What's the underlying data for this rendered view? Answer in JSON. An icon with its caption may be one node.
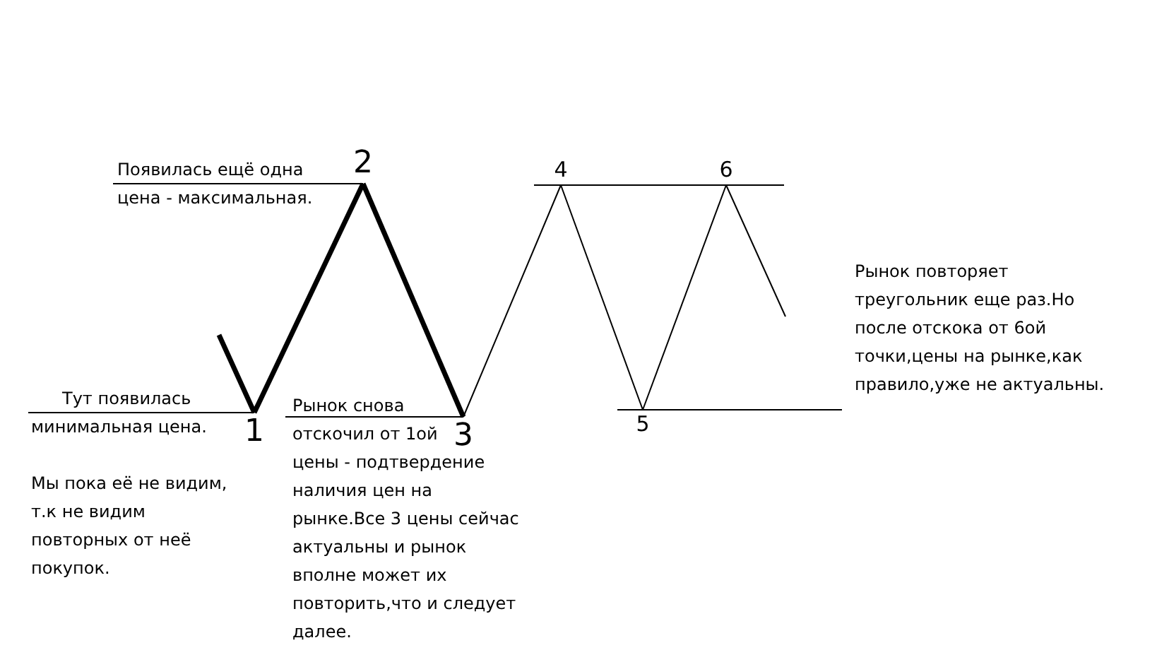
{
  "diagram": {
    "nodes": [
      {
        "text": [
          "1"
        ],
        "beside": [
          "Тут появилась минимальная цена."
        ]
      },
      {
        "text": [
          "2"
        ],
        "beside": [
          "Появилась ещё одна цена - максимальная."
        ]
      },
      {
        "text": [
          "3"
        ],
        "beside": [
          "Рынок снова отскочил от 1ой цены - подтвердение наличия цен на рынке.Все 3 цены сейчас актуальны и рынок вполне может их повторить,что и следует далее."
        ]
      },
      {
        "text": [
          "4"
        ]
      },
      {
        "text": [
          "5"
        ]
      },
      {
        "text": [
          "6"
        ]
      }
    ],
    "edges": [
      {
        "from": null,
        "to": 0,
        "arrow": "none",
        "style": "thick"
      },
      {
        "from": 0,
        "to": 1,
        "arrow": "none",
        "style": "thick"
      },
      {
        "from": 1,
        "to": 2,
        "arrow": "none",
        "style": "thick"
      },
      {
        "from": 2,
        "to": 3,
        "arrow": "none"
      },
      {
        "from": 3,
        "to": 4,
        "arrow": "none"
      },
      {
        "from": 4,
        "to": 5,
        "arrow": "none"
      },
      {
        "from": 5,
        "to": null,
        "arrow": "none"
      }
    ],
    "labels": [
      "Мы пока её не видим, т.к не видим повторных от неё покупок.",
      "Рынок повторяет треугольник еще раз.Но после отскока от 6ой точки,цены на рынке,как правило,уже не актуальны."
    ]
  }
}
